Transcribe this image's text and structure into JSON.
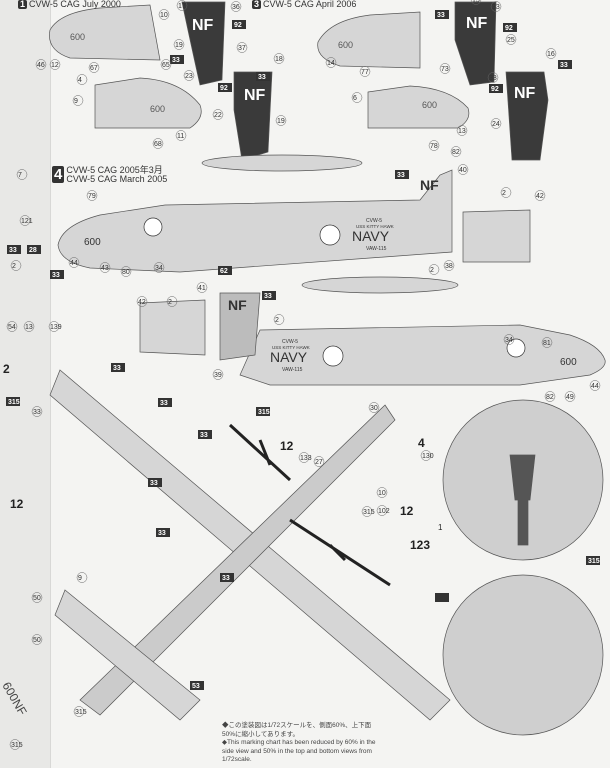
{
  "sections": {
    "s1": {
      "number": "1",
      "title": "CVW-5 CAG July 2000"
    },
    "s3": {
      "number": "3",
      "title": "CVW-5 CAG April 2006"
    },
    "s4": {
      "number": "4",
      "title_jp": "CVW-5 CAG 2005年3月",
      "title_en": "CVW-5 CAG March 2005"
    }
  },
  "markings": {
    "tail_code": "NF",
    "modex": "600",
    "navy": "NAVY",
    "air_wing": "CVW-5",
    "ship": "USS KITTY HAWK",
    "squadron": "VAW-115",
    "left_edge_modex": "600NF"
  },
  "paint_refs": {
    "a": "12",
    "b": "4",
    "c": "123",
    "d": "1",
    "e": "2"
  },
  "callouts": [
    "10",
    "17",
    "36",
    "92",
    "19",
    "33",
    "23",
    "37",
    "18",
    "33",
    "92",
    "22",
    "19",
    "65",
    "4",
    "9",
    "11",
    "68",
    "46",
    "12",
    "67",
    "14",
    "77",
    "73",
    "6",
    "13",
    "78",
    "82",
    "15",
    "33",
    "33",
    "92",
    "25",
    "16",
    "33",
    "33",
    "92",
    "24",
    "79",
    "44",
    "43",
    "80",
    "34",
    "33",
    "40",
    "2",
    "42",
    "2",
    "38",
    "62",
    "41",
    "33",
    "42",
    "2",
    "2",
    "39",
    "34",
    "81",
    "82",
    "49",
    "44",
    "7",
    "121",
    "33",
    "28",
    "33",
    "54",
    "13",
    "139",
    "2",
    "315",
    "33",
    "33",
    "33",
    "33",
    "315",
    "33",
    "33",
    "9",
    "133",
    "27",
    "30",
    "130",
    "10",
    "102",
    "315",
    "33",
    "50",
    "50",
    "315",
    "53",
    "315",
    "315"
  ],
  "note": {
    "jp": "◆この塗装図は1/72スケールを、側面60%、上下面50%に縮小してあります。",
    "en": "◆This marking chart has been reduced by 60% in the side view and 50% in the top and bottom views from 1/72scale."
  },
  "colors": {
    "paper": "#f4f4f2",
    "gray": "#cfcfcf",
    "dark": "#3a3a3a",
    "red": "#8a8a8a"
  }
}
